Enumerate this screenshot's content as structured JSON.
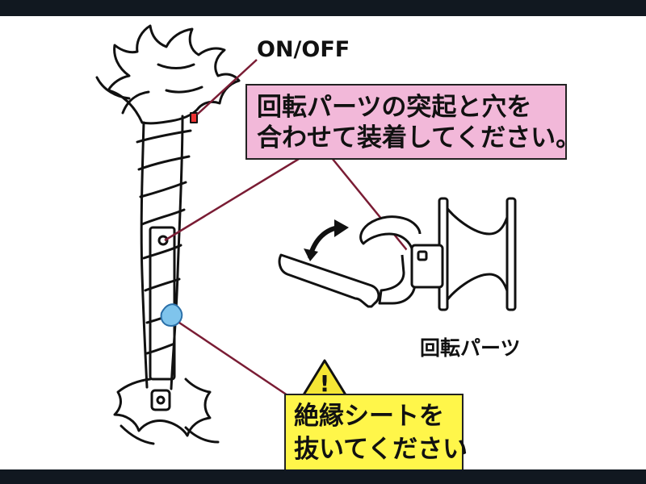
{
  "labels": {
    "on_off": "ON/OFF",
    "instruction_line1": "回転パーツの突起と穴を",
    "instruction_line2": "合わせて装着してください。",
    "rotating_part": "回転パーツ",
    "warning_line1": "絶縁シートを",
    "warning_line2": "抜いてください",
    "warning_symbol": "!"
  },
  "colors": {
    "instruction_box": "#f2b8d9",
    "warning_box": "#fff64a",
    "warning_triangle": "#f5e635",
    "leader_line": "#7a1c34",
    "rotation_arrow": "#111111",
    "insulation_sheet": "#7fc4ec",
    "outline": "#111111",
    "background": "#ffffff"
  },
  "icons": {
    "warning": "warning-triangle-icon",
    "rotation": "rotate-arrow-icon"
  }
}
